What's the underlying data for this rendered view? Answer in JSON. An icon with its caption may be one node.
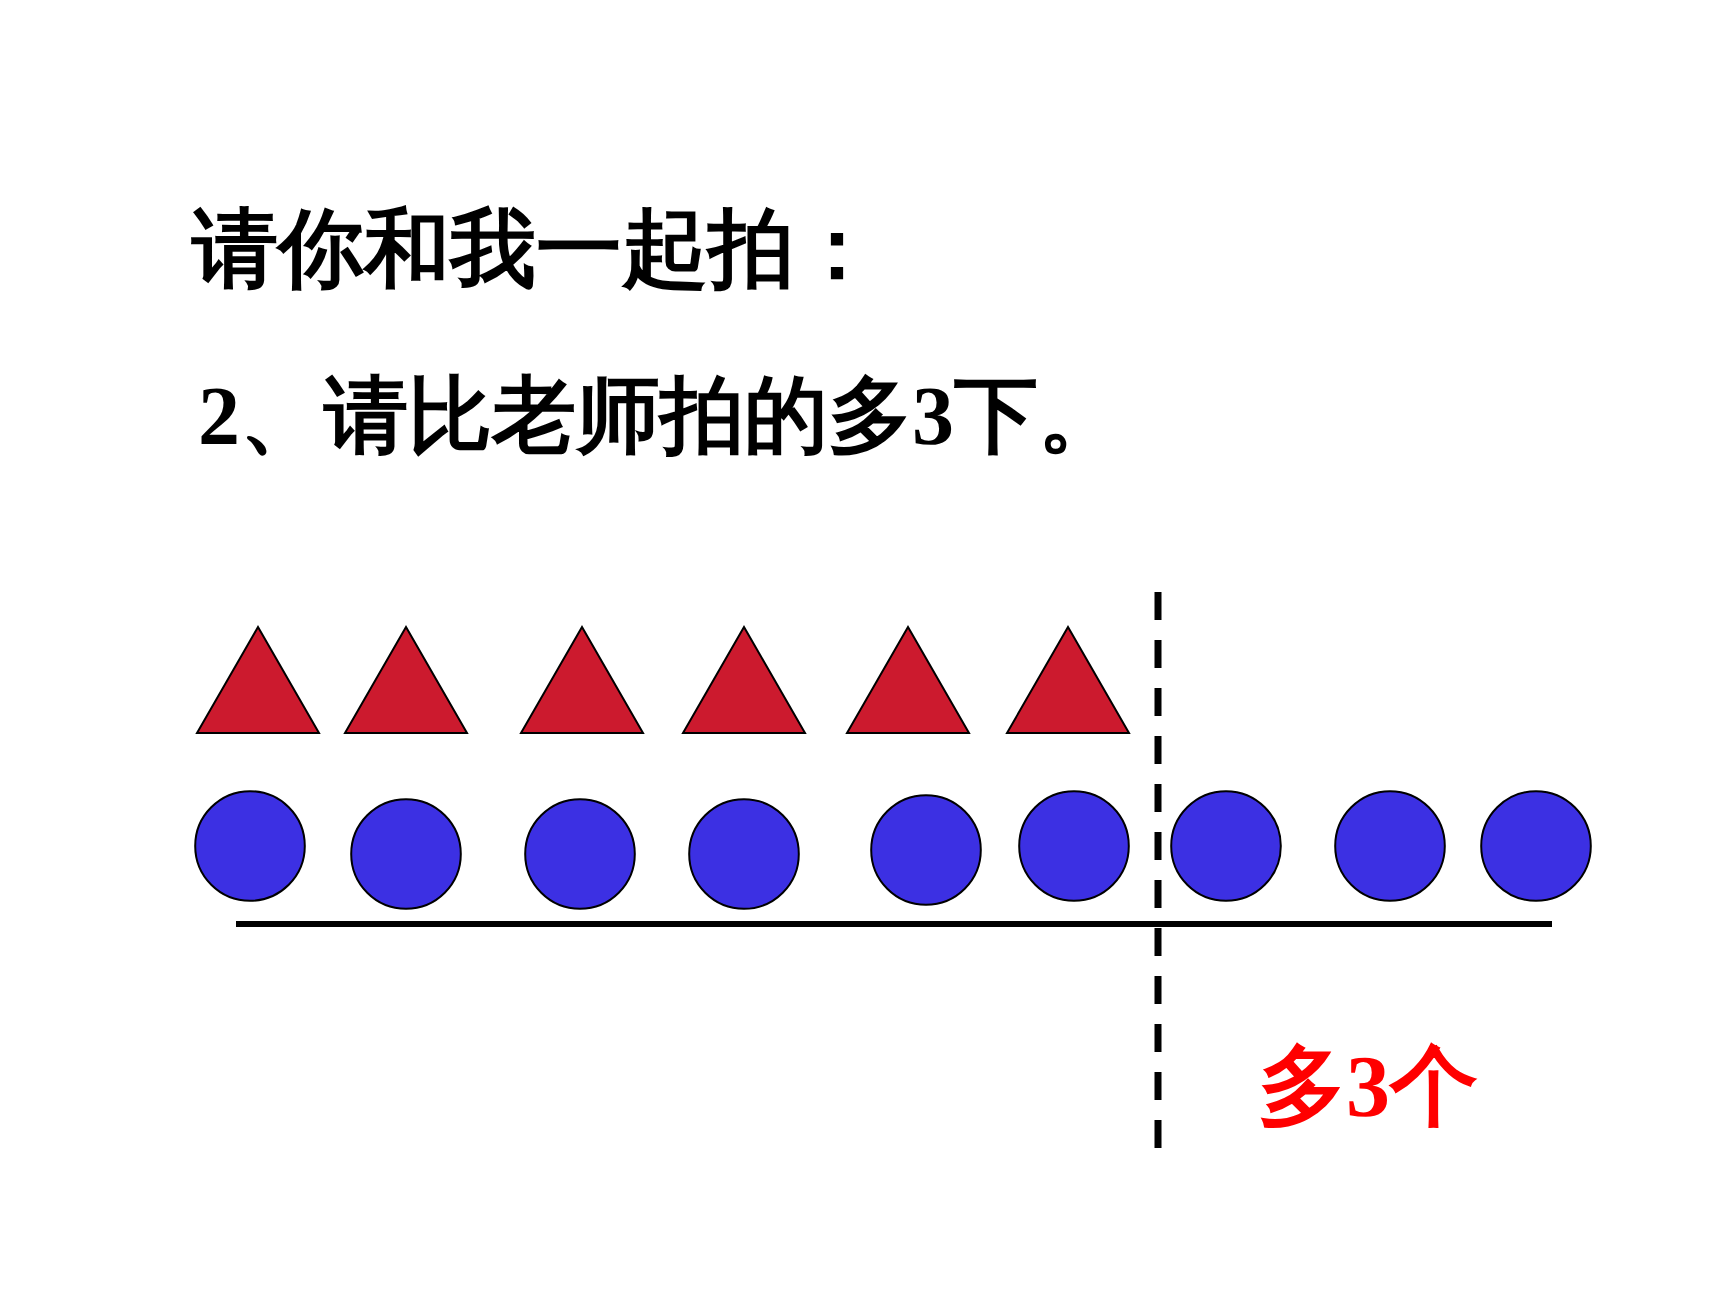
{
  "diagram": {
    "title": "请你和我一起拍：",
    "nodes": [
      {
        "text": [],
        "shape": "triangle"
      },
      {
        "text": [],
        "shape": "triangle"
      },
      {
        "text": [],
        "shape": "triangle"
      },
      {
        "text": [],
        "shape": "triangle"
      },
      {
        "text": [],
        "shape": "triangle"
      },
      {
        "text": [],
        "shape": "triangle"
      },
      {
        "text": [],
        "shape": "circle"
      },
      {
        "text": [],
        "shape": "circle"
      },
      {
        "text": [],
        "shape": "circle"
      },
      {
        "text": [],
        "shape": "circle"
      },
      {
        "text": [],
        "shape": "circle"
      },
      {
        "text": [],
        "shape": "circle"
      },
      {
        "text": [],
        "shape": "circle"
      },
      {
        "text": [],
        "shape": "circle"
      },
      {
        "text": [],
        "shape": "circle"
      }
    ],
    "labels": [
      "2、请比老师拍的多3下。",
      "多3个"
    ]
  }
}
